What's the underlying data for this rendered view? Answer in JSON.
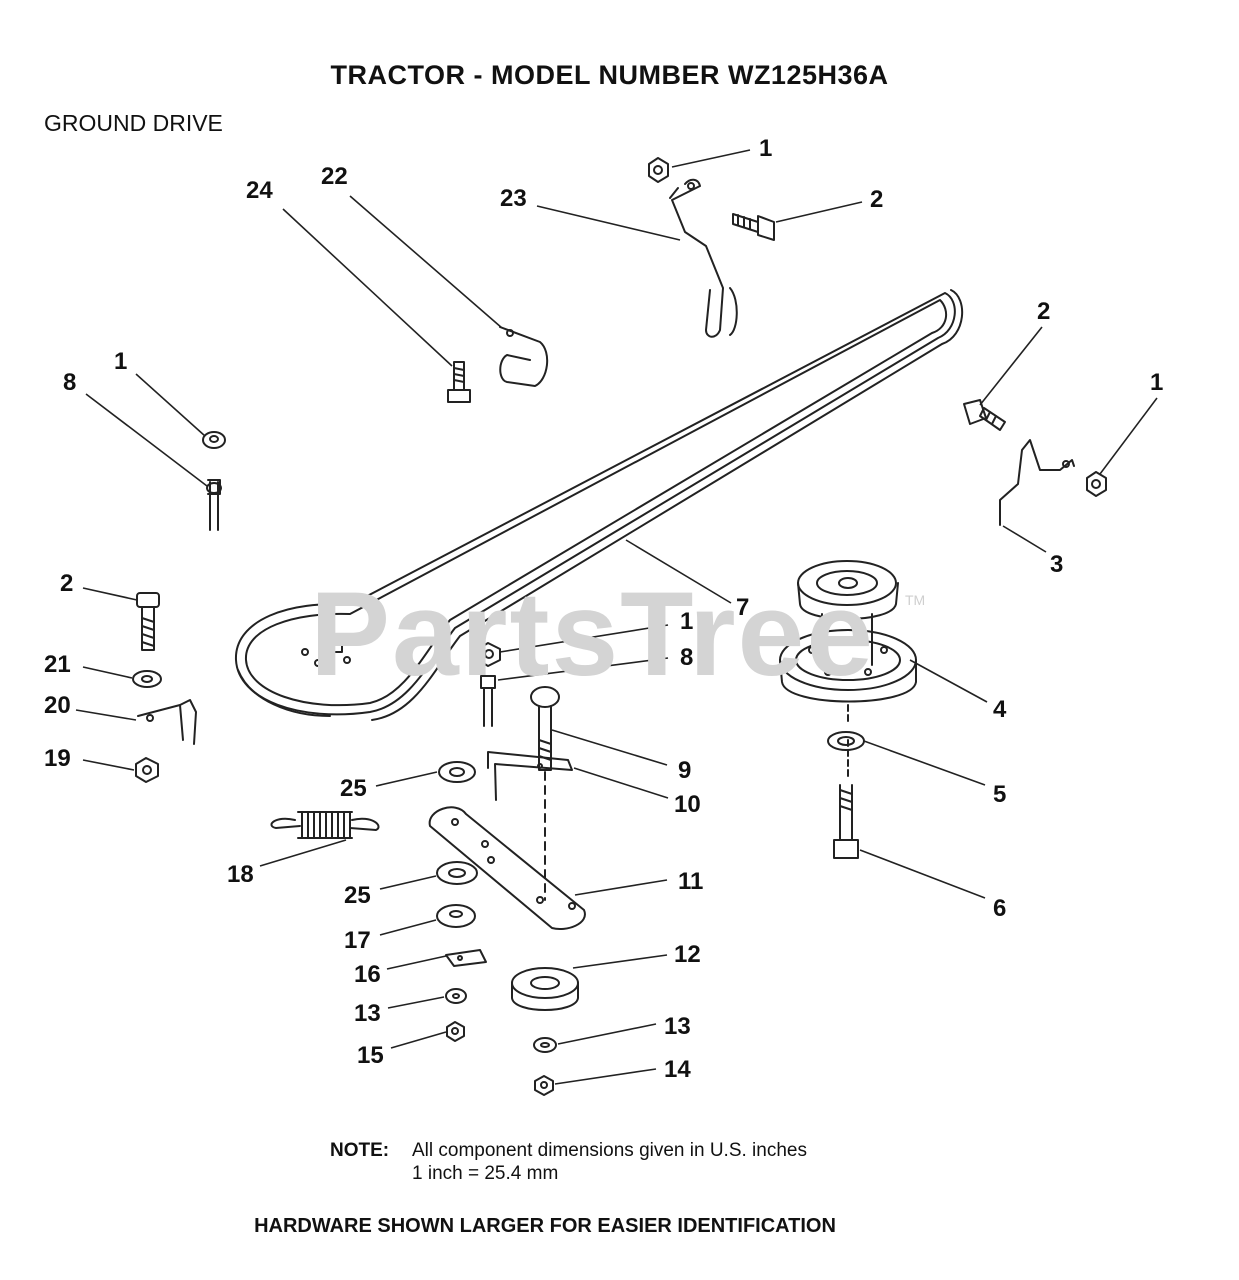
{
  "title": "TRACTOR  - MODEL NUMBER WZ125H36A",
  "section": "GROUND DRIVE",
  "watermark": "PartsTree",
  "watermark_tm": "TM",
  "note": {
    "label": "NOTE:",
    "line1": "All component dimensions given in U.S. inches",
    "line2": "1 inch = 25.4 mm"
  },
  "footer": "HARDWARE SHOWN LARGER FOR EASIER IDENTIFICATION",
  "callouts": [
    "1",
    "2",
    "23",
    "22",
    "24",
    "2",
    "1",
    "1",
    "8",
    "3",
    "2",
    "7",
    "1",
    "8",
    "4",
    "21",
    "20",
    "19",
    "9",
    "10",
    "5",
    "25",
    "18",
    "6",
    "11",
    "25",
    "17",
    "16",
    "12",
    "13",
    "13",
    "15",
    "14"
  ]
}
